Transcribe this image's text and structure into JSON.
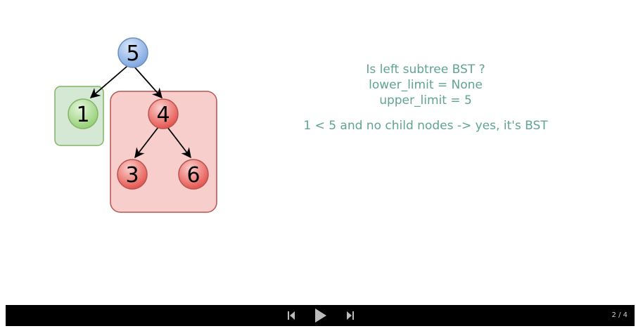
{
  "tree": {
    "root": "5",
    "left_child": "1",
    "right_child": "4",
    "right_left_child": "3",
    "right_right_child": "6"
  },
  "explanation": {
    "question": "Is left subtree BST ?",
    "lower_limit": "lower_limit = None",
    "upper_limit": "upper_limit = 5",
    "conclusion": "1 < 5 and no child nodes -> yes, it's BST"
  },
  "player": {
    "page_indicator": "2 / 4",
    "icons": [
      "skip-previous-icon",
      "play-icon",
      "skip-next-icon"
    ]
  },
  "colors": {
    "blue_node": "#a9c4eb",
    "green_node": "#b9e0a5",
    "red_node": "#ea6b66",
    "green_box": "#d5e8d4",
    "red_box": "#f8cecc",
    "text_accent": "#5fa392"
  }
}
